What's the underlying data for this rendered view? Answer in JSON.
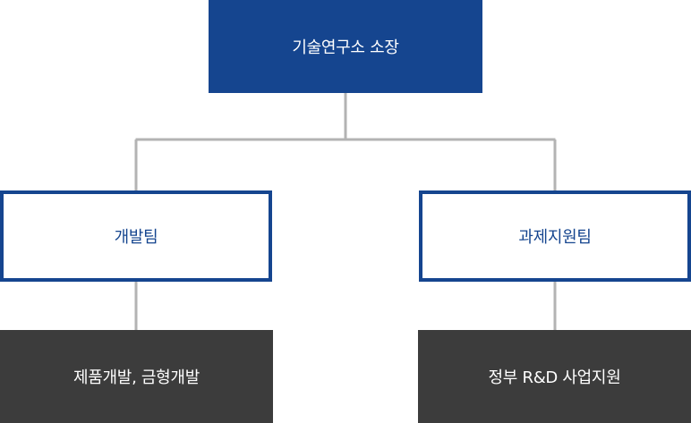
{
  "org_chart": {
    "root": {
      "label": "기술연구소 소장"
    },
    "teams": [
      {
        "label": "개발팀",
        "role": "제품개발, 금형개발"
      },
      {
        "label": "과제지원팀",
        "role": "정부 R&D 사업지원"
      }
    ],
    "colors": {
      "primary_blue": "#15458f",
      "dark_gray": "#3c3c3c",
      "connector": "#b3b3b3"
    }
  }
}
